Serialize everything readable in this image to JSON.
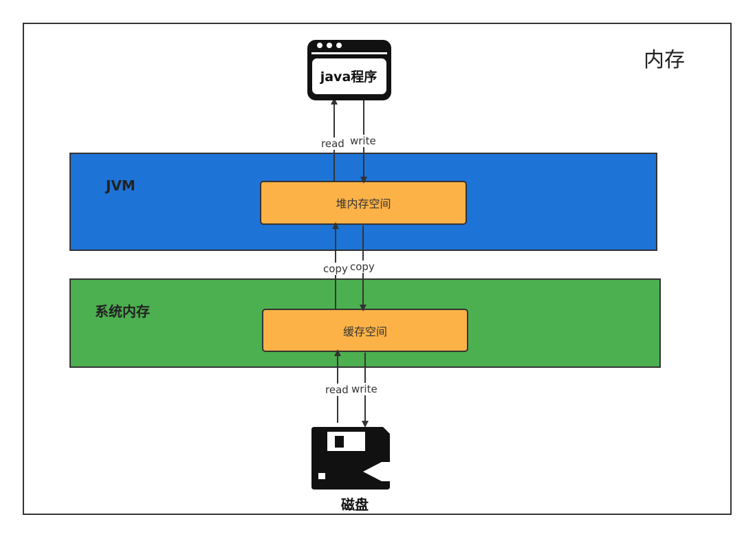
{
  "memory_label": "内存",
  "java_program": {
    "label": "java程序",
    "icon": "browser-window-icon"
  },
  "jvm": {
    "label": "JVM",
    "color": "#1E73D6",
    "heap_box_label": "堆内存空间"
  },
  "system_memory": {
    "label": "系统内存",
    "color": "#4CAF50",
    "buffer_box_label": "缓存空间"
  },
  "box_color": "#FDB247",
  "disk": {
    "label": "磁盘",
    "icon": "floppy-disk-icon"
  },
  "edges": {
    "program_read": "read",
    "program_write": "write",
    "heap_copy_up": "copy",
    "heap_copy_down": "copy",
    "disk_read": "read",
    "disk_write": "write"
  }
}
